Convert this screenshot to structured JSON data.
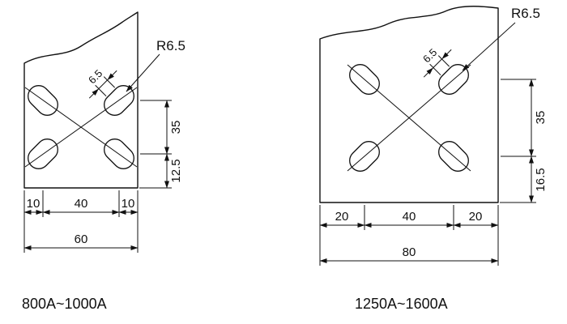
{
  "colors": {
    "line": "#111111",
    "background": "#ffffff"
  },
  "diagrams": [
    {
      "caption": "800A~1000A",
      "radius_callout": "R6.5",
      "slot_pitch": "6.5",
      "h_dims": [
        "10",
        "40",
        "10"
      ],
      "h_total": "60",
      "v_upper": "35",
      "v_lower": "12.5"
    },
    {
      "caption": "1250A~1600A",
      "radius_callout": "R6.5",
      "slot_pitch": "6.5",
      "h_dims": [
        "20",
        "40",
        "20"
      ],
      "h_total": "80",
      "v_upper": "35",
      "v_lower": "16.5"
    }
  ]
}
